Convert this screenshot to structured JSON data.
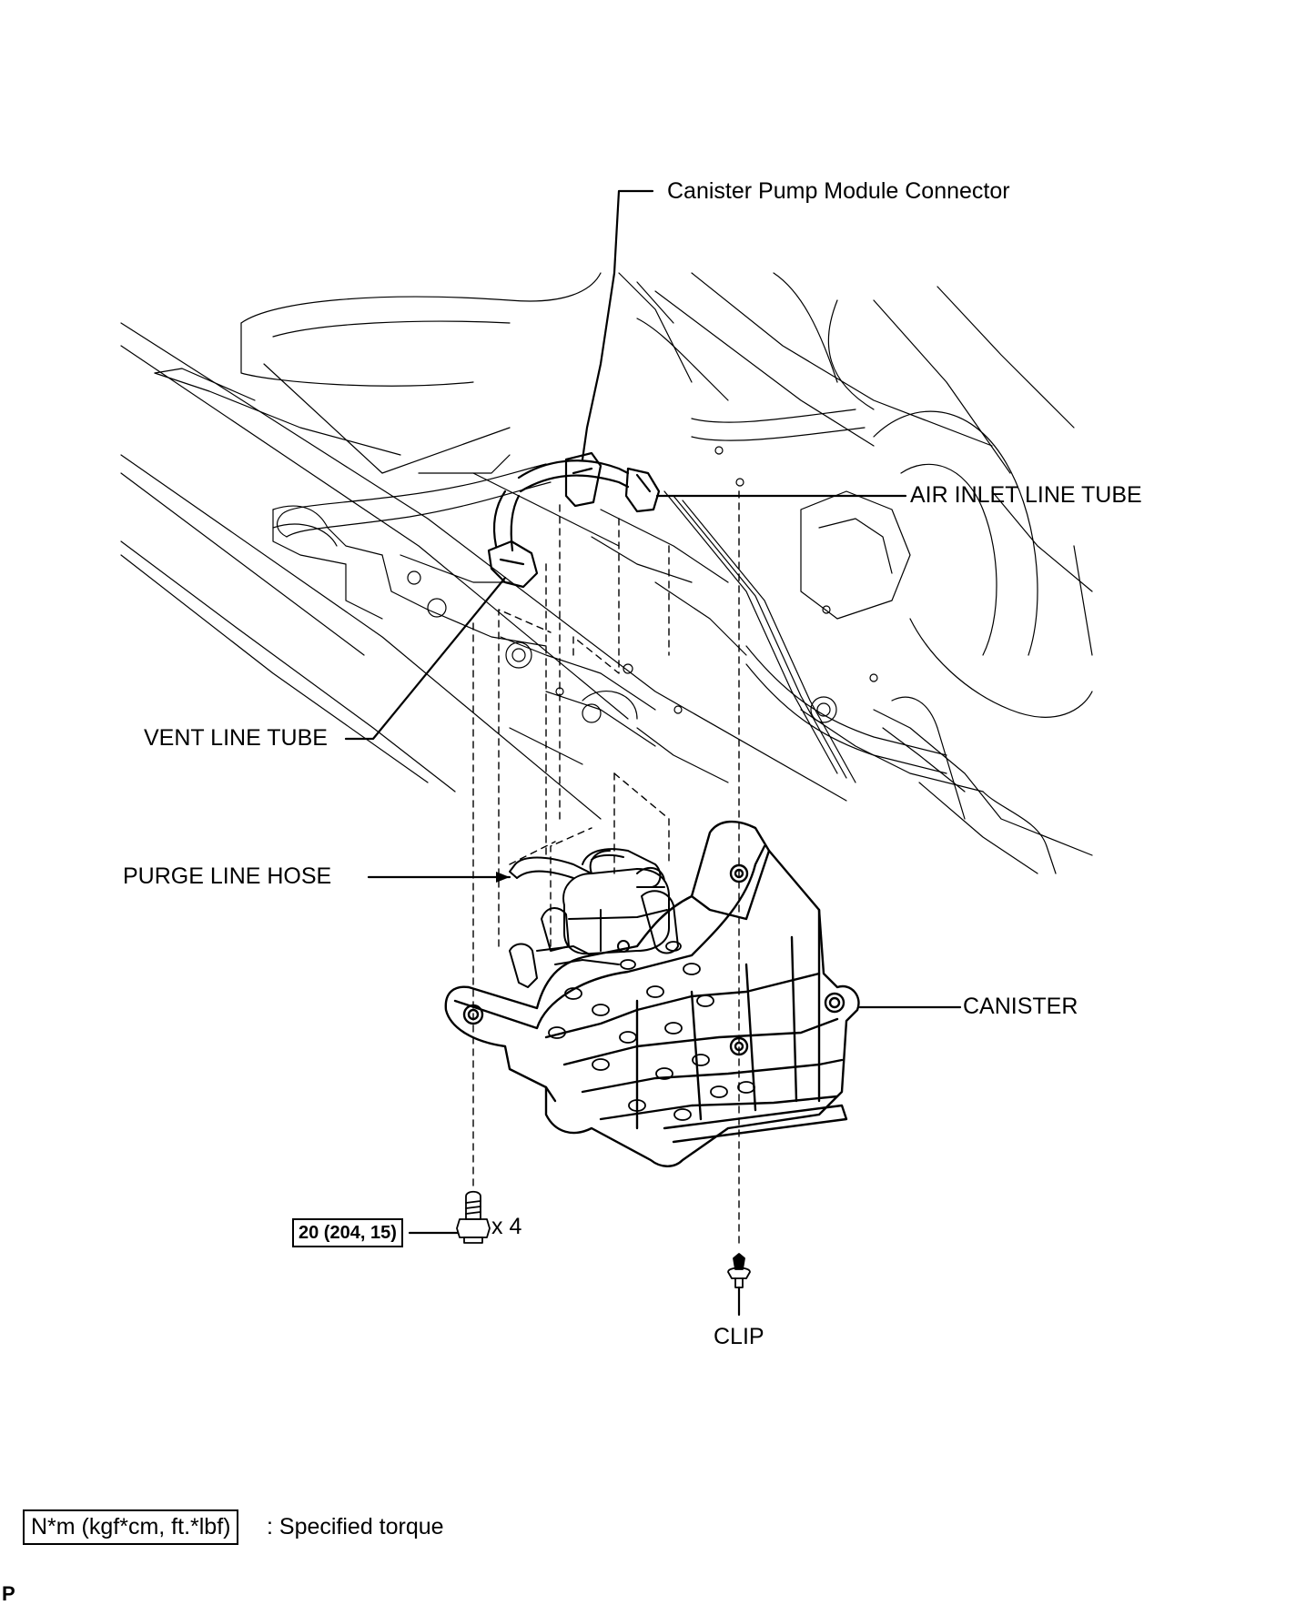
{
  "labels": {
    "connector": "Canister Pump Module Connector",
    "air_inlet": "AIR INLET LINE TUBE",
    "vent": "VENT LINE TUBE",
    "purge": "PURGE LINE HOSE",
    "canister": "CANISTER",
    "clip": "CLIP"
  },
  "torque": {
    "value": "20 (204, 15)",
    "quantity": "x 4"
  },
  "legend": {
    "unit_box": "N*m (kgf*cm, ft.*lbf)",
    "text": ": Specified torque"
  },
  "corner_mark": "P"
}
